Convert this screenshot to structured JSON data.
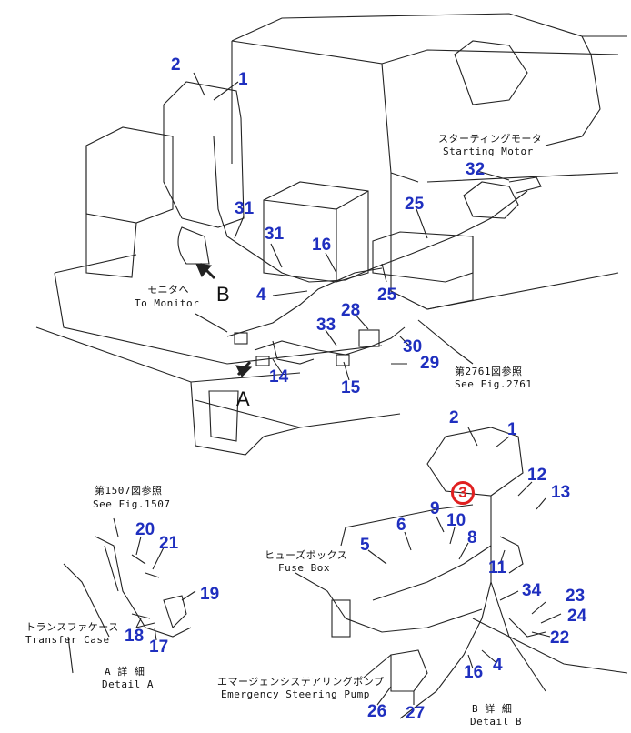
{
  "callouts": [
    "1",
    "2",
    "31",
    "31",
    "16",
    "25",
    "25",
    "32",
    "4",
    "28",
    "33",
    "30",
    "29",
    "14",
    "15",
    "2",
    "1",
    "12",
    "13",
    "9",
    "10",
    "6",
    "5",
    "8",
    "11",
    "34",
    "23",
    "24",
    "22",
    "4",
    "16",
    "26",
    "27",
    "20",
    "21",
    "19",
    "18",
    "17"
  ],
  "highlight": "3",
  "labels": {
    "motor_jp": "スターティングモータ",
    "motor_en": "Starting Motor",
    "monitor_jp": "モニタへ",
    "monitor_en": "To Monitor",
    "fig2761_jp": "第2761図参照",
    "fig2761_en": "See Fig.2761",
    "fig1507_jp": "第1507図参照",
    "fig1507_en": "See Fig.1507",
    "fuse_jp": "ヒューズボックス",
    "fuse_en": "Fuse Box",
    "transfer_jp": "トランスファケース",
    "transfer_en": "Transfer Case",
    "detail_a_jp": "A 詳 細",
    "detail_a_en": "Detail A",
    "detail_b_jp": "B 詳 細",
    "detail_b_en": "Detail B",
    "pump_jp": "エマージェンシステアリングポンプ",
    "pump_en": "Emergency Steering Pump",
    "view_a": "A",
    "view_b": "B"
  },
  "colors": {
    "callout": "#1f2fbf",
    "highlight": "#e02020",
    "line": "#222222"
  }
}
